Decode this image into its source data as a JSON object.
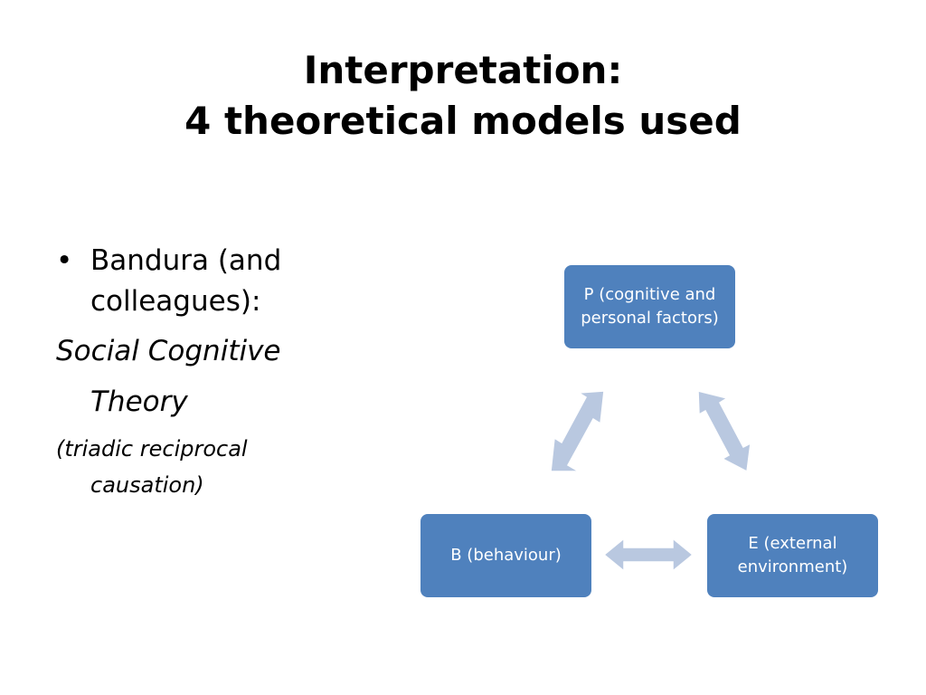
{
  "slide": {
    "title_line1": "Interpretation:",
    "title_line2": "4 theoretical models used",
    "bullet_text_line1": "Bandura (and",
    "bullet_text_line2": "colleagues):",
    "theory_line1": "Social Cognitive",
    "theory_line2": "Theory",
    "causation_line1": "(triadic reciprocal",
    "causation_line2": "causation)"
  },
  "diagram": {
    "nodes": {
      "p": {
        "line1": "P (cognitive and",
        "line2": "personal factors)"
      },
      "b": {
        "line1": "B (behaviour)"
      },
      "e": {
        "line1": "E (external",
        "line2": "environment)"
      }
    },
    "colors": {
      "node_fill": "#4f81bd",
      "arrow_fill": "#b9c8e0",
      "text": "#ffffff"
    }
  }
}
